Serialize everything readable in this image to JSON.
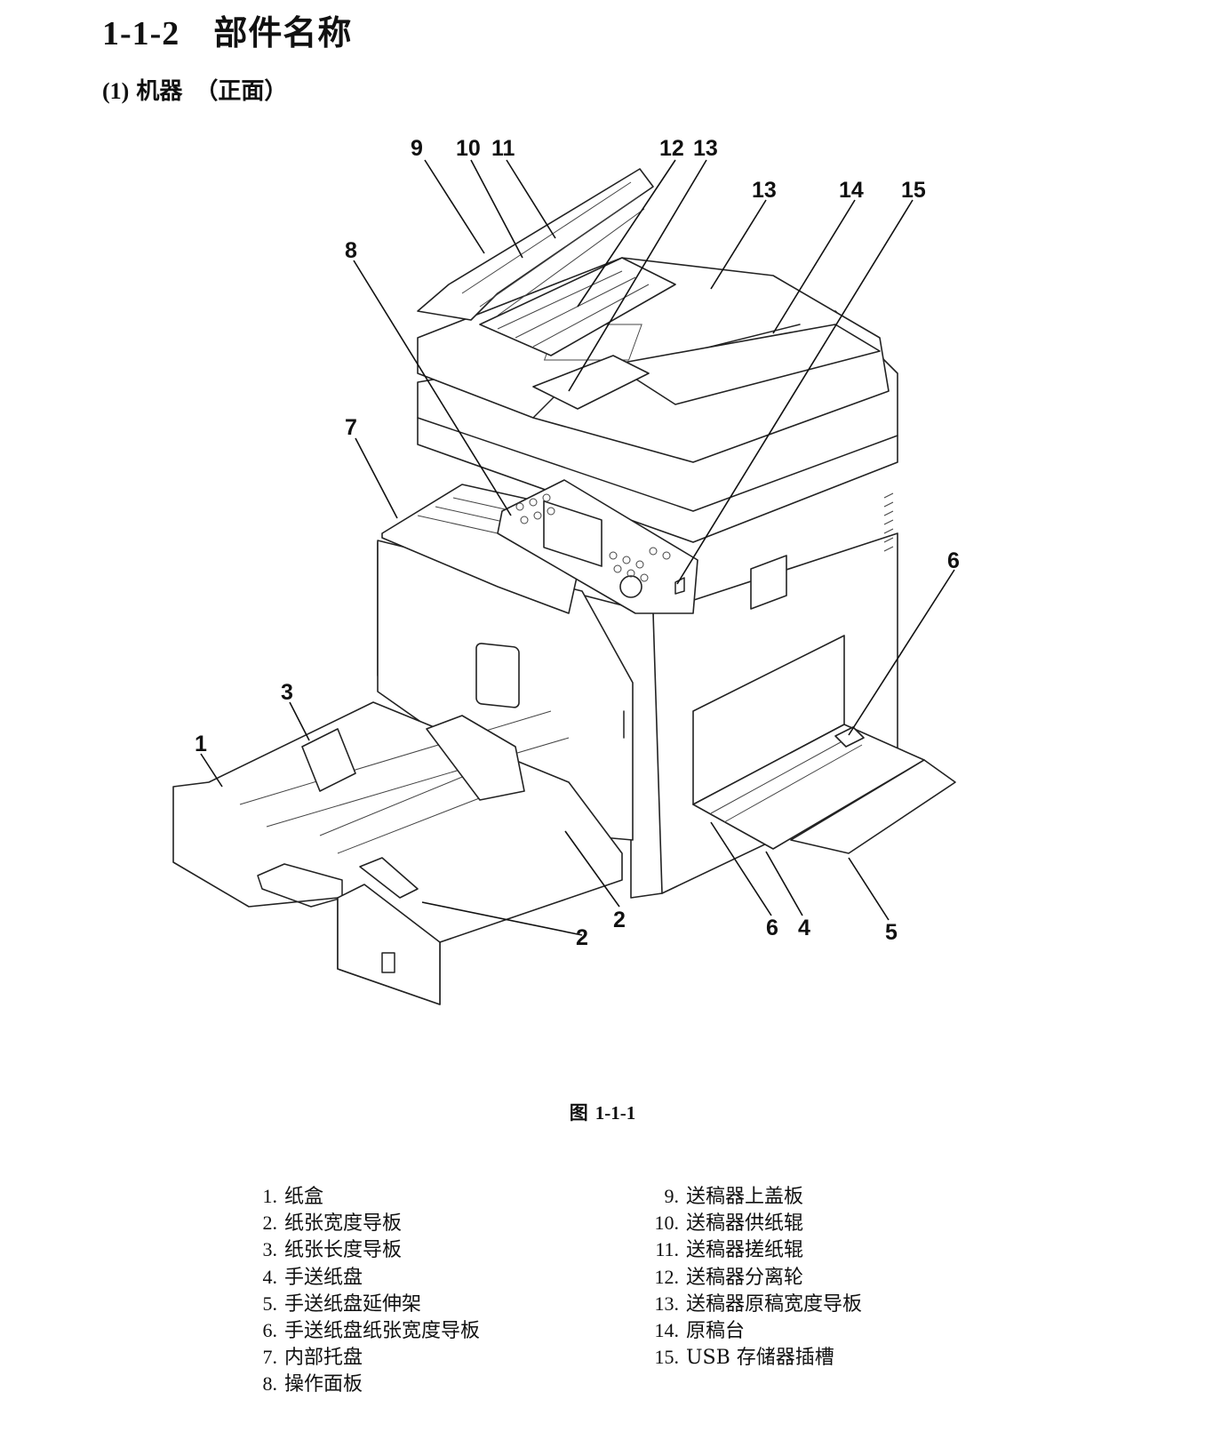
{
  "section": {
    "number": "1-1-2",
    "title": "部件名称"
  },
  "subsection": {
    "number": "(1)",
    "title": "机器",
    "qualifier": "（正面）"
  },
  "figure": {
    "caption_prefix": "图",
    "caption_number": "1-1-1",
    "callouts": [
      "9",
      "10",
      "11",
      "12",
      "13",
      "13",
      "14",
      "15",
      "8",
      "7",
      "6",
      "3",
      "1",
      "2",
      "2",
      "6",
      "4",
      "5"
    ]
  },
  "legend_left": [
    {
      "num": "1.",
      "label": "纸盒"
    },
    {
      "num": "2.",
      "label": "纸张宽度导板"
    },
    {
      "num": "3.",
      "label": "纸张长度导板"
    },
    {
      "num": "4.",
      "label": "手送纸盘"
    },
    {
      "num": "5.",
      "label": "手送纸盘延伸架"
    },
    {
      "num": "6.",
      "label": "手送纸盘纸张宽度导板"
    },
    {
      "num": "7.",
      "label": "内部托盘"
    },
    {
      "num": "8.",
      "label": "操作面板"
    }
  ],
  "legend_right": [
    {
      "num": "9.",
      "label": "送稿器上盖板"
    },
    {
      "num": "10.",
      "label": "送稿器供纸辊"
    },
    {
      "num": "11.",
      "label": "送稿器搓纸辊"
    },
    {
      "num": "12.",
      "label": "送稿器分离轮"
    },
    {
      "num": "13.",
      "label": "送稿器原稿宽度导板"
    },
    {
      "num": "14.",
      "label": "原稿台"
    },
    {
      "num": "15.",
      "label": "USB 存储器插槽"
    }
  ]
}
